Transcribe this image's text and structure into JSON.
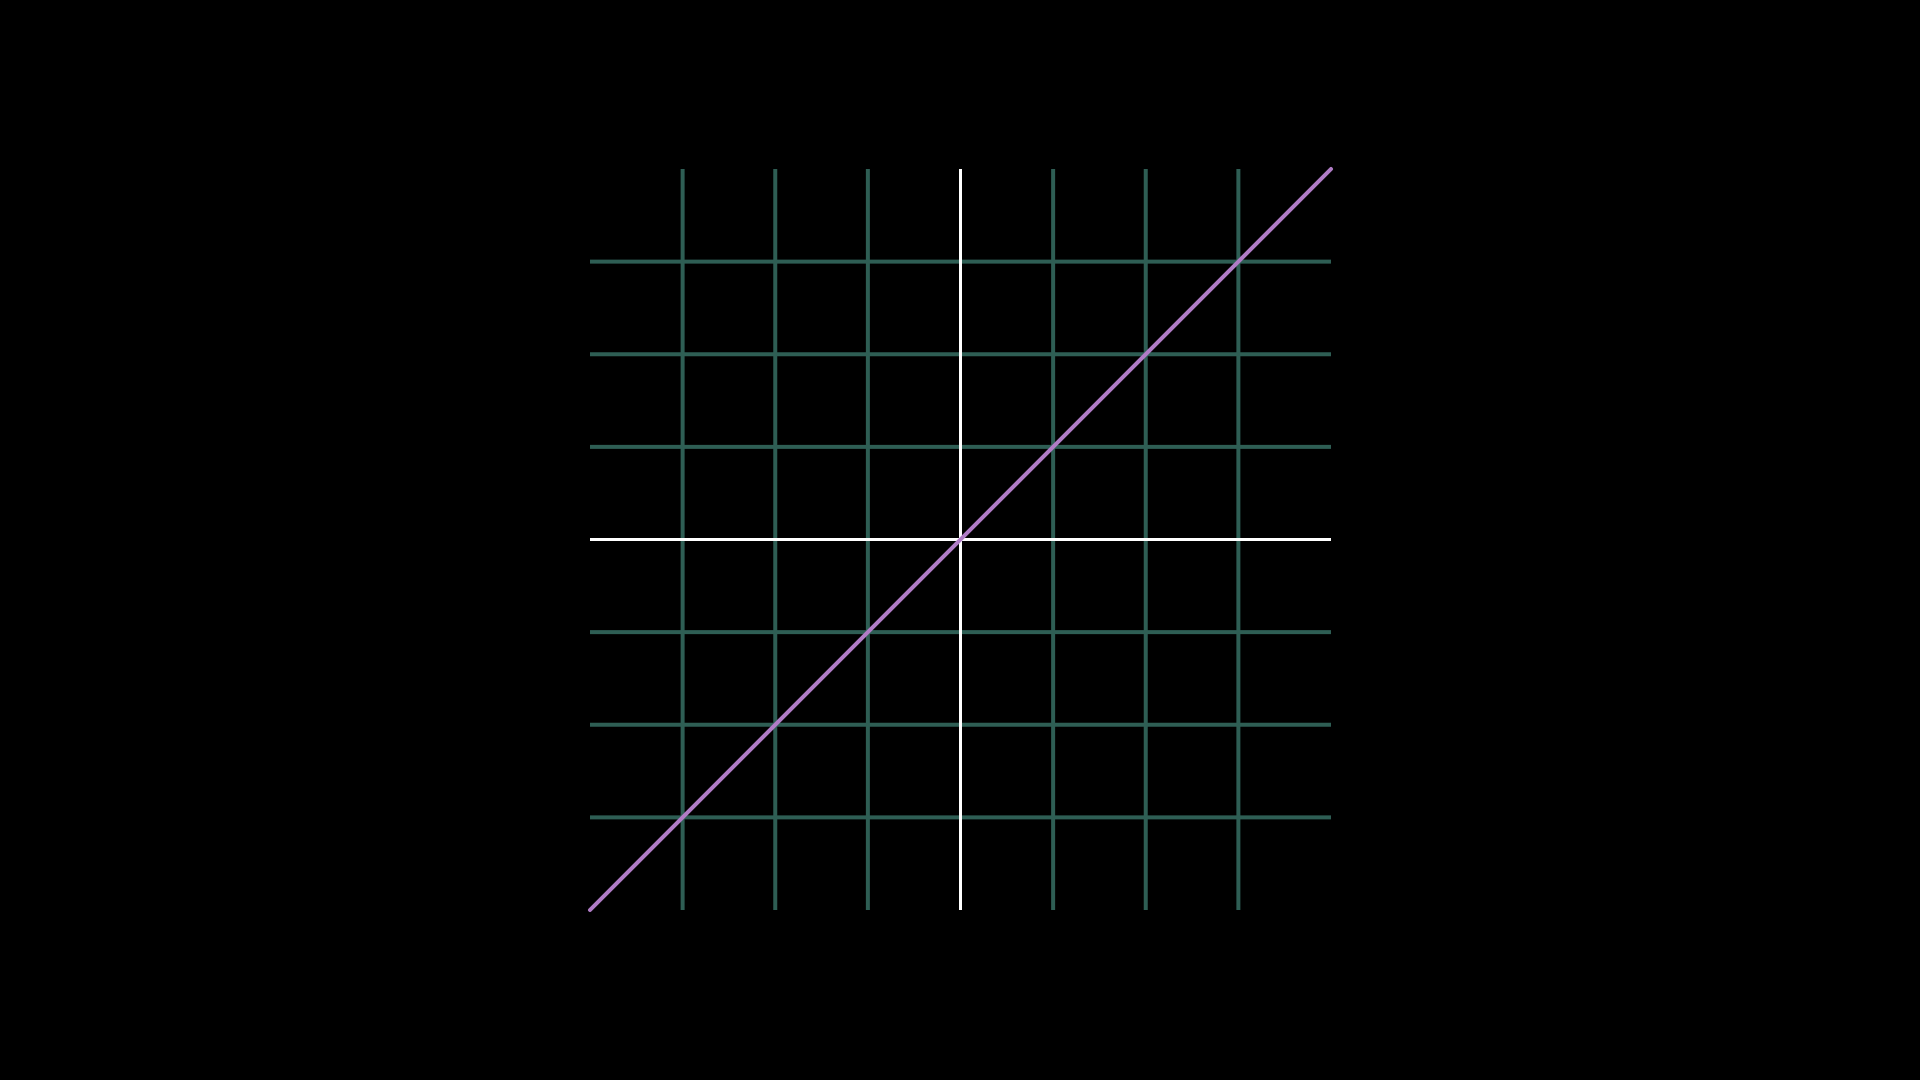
{
  "colors": {
    "background": "#000000",
    "grid": "#2e5e54",
    "axis": "#ffffff",
    "series": "#b07cc6"
  },
  "chart_data": {
    "type": "line",
    "title": "",
    "xlabel": "",
    "ylabel": "",
    "xlim": [
      -4,
      4
    ],
    "ylim": [
      -4,
      4
    ],
    "grid": true,
    "grid_step": 1,
    "axes_at_origin": true,
    "tick_labels": false,
    "legend": "none",
    "series": [
      {
        "x": [
          -4,
          4
        ],
        "y": [
          -4,
          4
        ]
      }
    ]
  }
}
